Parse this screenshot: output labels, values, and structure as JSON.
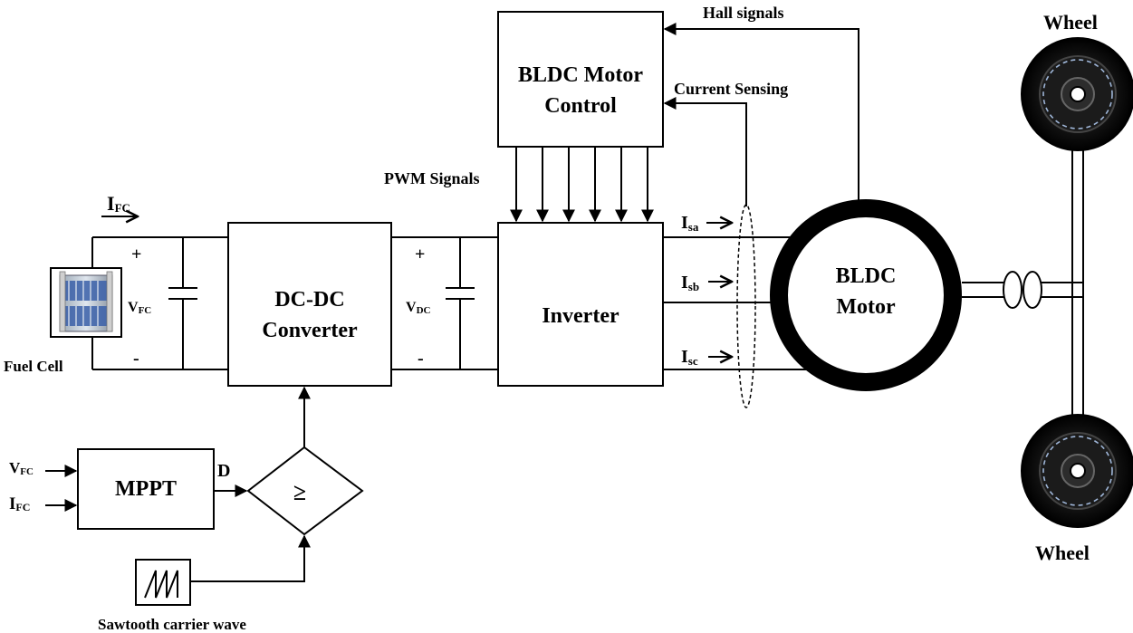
{
  "blocks": {
    "bldc_control_line1": "BLDC Motor",
    "bldc_control_line2": "Control",
    "dcdc_line1": "DC-DC",
    "dcdc_line2": "Converter",
    "inverter": "Inverter",
    "mppt": "MPPT",
    "comparator": "≥",
    "motor_line1": "BLDC",
    "motor_line2": "Motor"
  },
  "labels": {
    "hall_signals": "Hall signals",
    "current_sensing": "Current Sensing",
    "pwm_signals": "PWM Signals",
    "wheel_top": "Wheel",
    "wheel_bottom": "Wheel",
    "fuel_cell": "Fuel Cell",
    "sawtooth": "Sawtooth carrier wave",
    "duty": "D",
    "plus": "+",
    "minus": "-"
  },
  "symbols": {
    "i_fc": {
      "main": "I",
      "sub": "FC"
    },
    "v_fc": {
      "main": "V",
      "sub": "FC"
    },
    "v_dc": {
      "main": "V",
      "sub": "DC"
    },
    "i_sa": {
      "main": "I",
      "sub": "sa"
    },
    "i_sb": {
      "main": "I",
      "sub": "sb"
    },
    "i_sc": {
      "main": "I",
      "sub": "sc"
    }
  },
  "colors": {
    "line": "#000000",
    "background": "#ffffff",
    "wheel_dash": "#9fb6d8"
  },
  "icons": {
    "fuel_cell": "fuel-cell-stack-icon",
    "wheel": "wheel-icon",
    "sawtooth": "sawtooth-wave-icon"
  }
}
